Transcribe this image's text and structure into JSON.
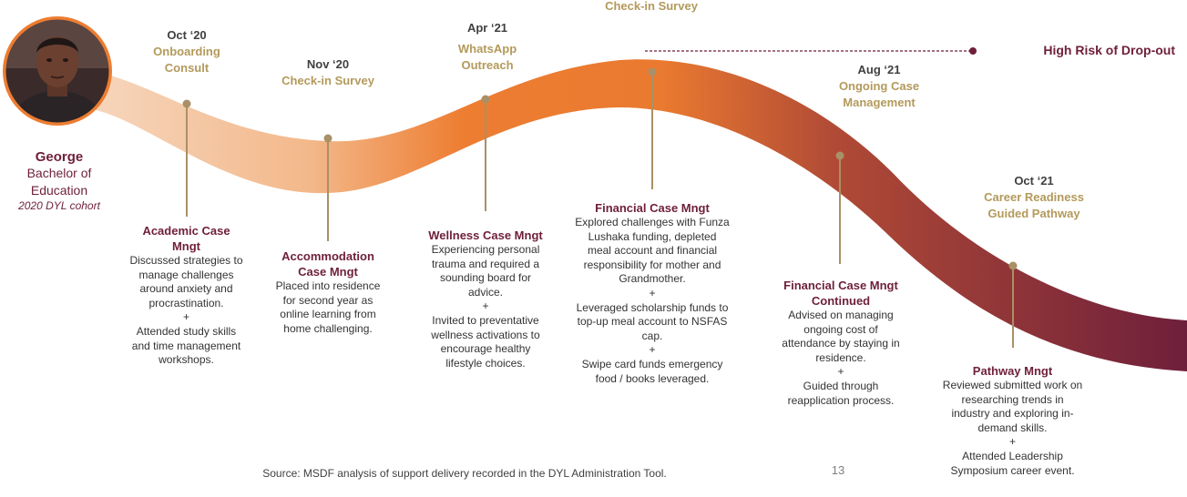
{
  "person": {
    "name": "George",
    "program_line1": "Bachelor of",
    "program_line2": "Education",
    "cohort": "2020 DYL cohort"
  },
  "risk_label": "High Risk of Drop-out",
  "events": [
    {
      "date": "Oct ‘20",
      "title": "Onboarding\nConsult"
    },
    {
      "date": "Nov ‘20",
      "title": "Check-in Survey"
    },
    {
      "date": "Apr ‘21",
      "title": "WhatsApp\nOutreach"
    },
    {
      "date": "",
      "title": "Check-in Survey"
    },
    {
      "date": "Aug ‘21",
      "title": "Ongoing Case\nManagement"
    },
    {
      "date": "Oct ‘21",
      "title": "Career Readiness\nGuided Pathway"
    }
  ],
  "cases": [
    {
      "title": "Academic Case\nMngt",
      "body": "Discussed strategies to\nmanage challenges\naround anxiety and\nprocrastination.\n+\nAttended study skills\nand time management\nworkshops."
    },
    {
      "title": "Accommodation\nCase Mngt",
      "body": "Placed into residence\nfor second year as\nonline learning from\nhome challenging."
    },
    {
      "title": "Wellness Case Mngt",
      "body": "Experiencing personal\ntrauma and required a\nsounding board for\nadvice.\n+\nInvited to preventative\nwellness activations to\nencourage healthy\nlifestyle choices."
    },
    {
      "title": "Financial Case Mngt",
      "body": "Explored challenges with Funza\nLushaka funding, depleted\nmeal account and financial\nresponsibility for mother and\nGrandmother.\n+\nLeveraged scholarship funds to\ntop-up meal account to NSFAS\ncap.\n+\nSwipe card funds emergency\nfood / books leveraged."
    },
    {
      "title": "Financial Case Mngt\nContinued",
      "body": "Advised on managing\nongoing cost of\nattendance by staying in\nresidence.\n+\nGuided through\nreapplication process."
    },
    {
      "title": "Pathway Mngt",
      "body": "Reviewed submitted work on\nresearching trends in\nindustry and exploring in-\ndemand skills.\n+\nAttended Leadership\nSymposium career event."
    }
  ],
  "source": "Source: MSDF analysis of support delivery recorded in the DYL Administration Tool.",
  "page_number": "13",
  "colors": {
    "band_start": "#f6d6bd",
    "band_orange": "#ed7d31",
    "band_end": "#6e1f3b",
    "connector": "#a99067",
    "event_title": "#b39a5b",
    "case_title": "#6e1f3b",
    "avatar_ring": "#ed7d31",
    "skin": "#6b4030"
  }
}
